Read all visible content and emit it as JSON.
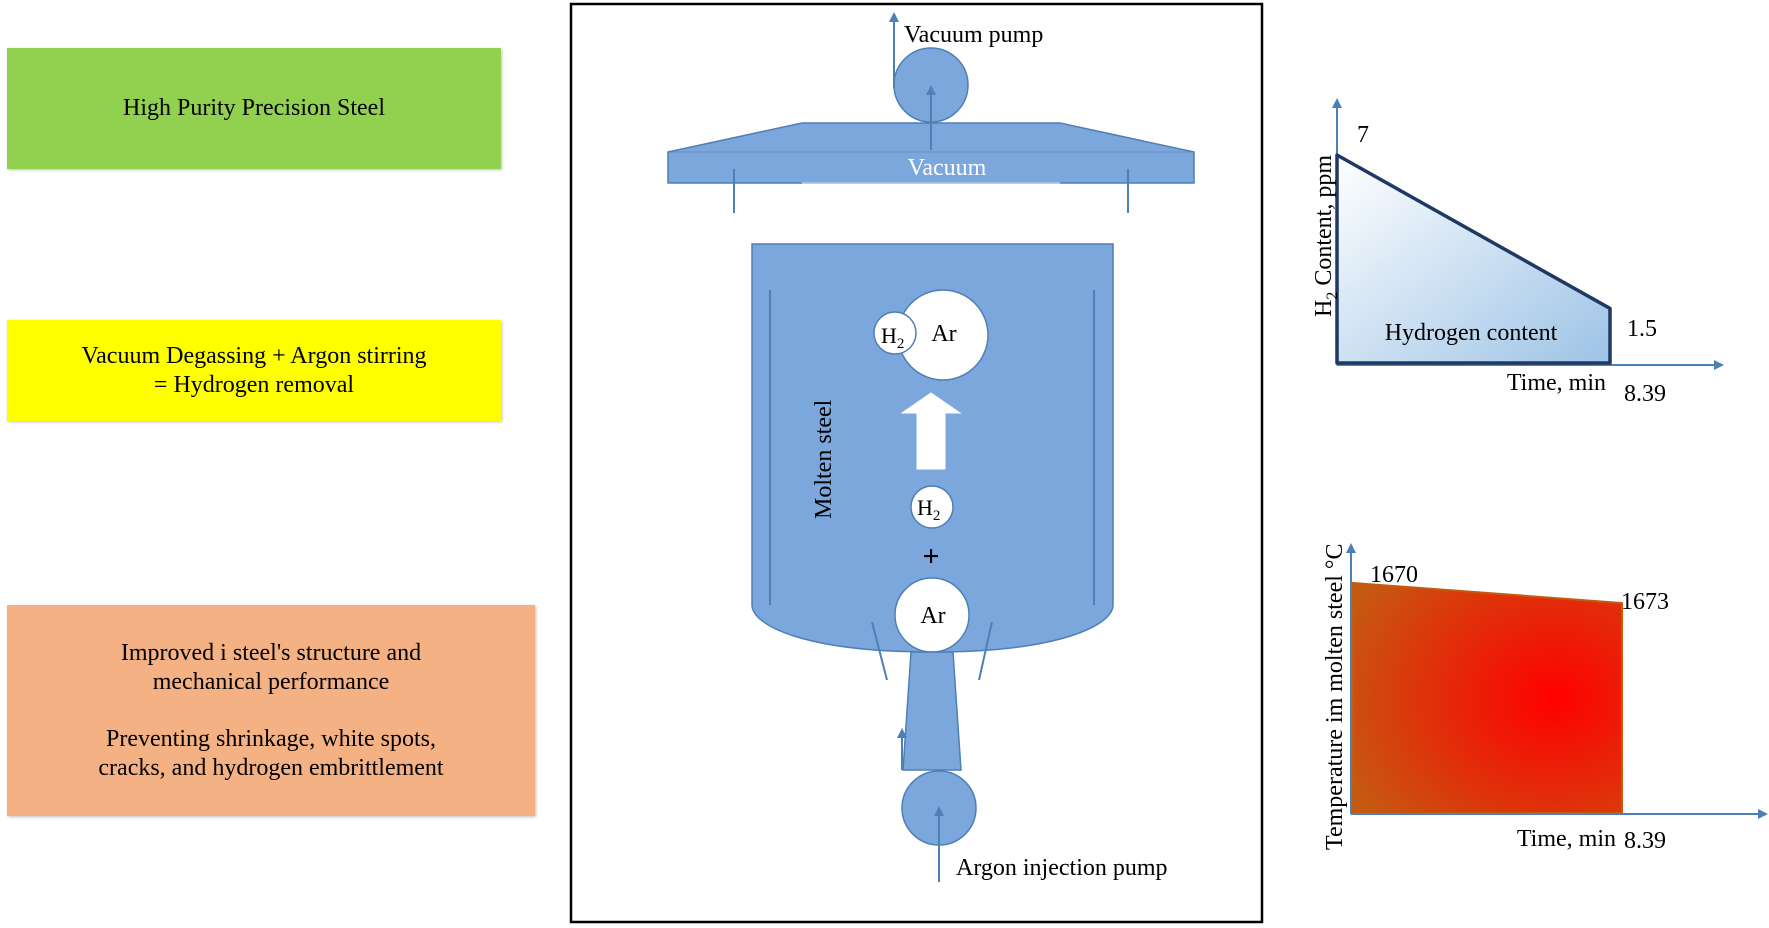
{
  "left_boxes": {
    "top": {
      "text": "High Purity Precision Steel",
      "color": "#92d050"
    },
    "middle": {
      "line1": "Vacuum Degassing + Argon stirring",
      "line2": "= Hydrogen removal",
      "color": "#ffff00"
    },
    "bottom": {
      "line1": "Improved i steel's structure and",
      "line2": "mechanical performance",
      "line3": "Preventing shrinkage, white spots,",
      "line4": "cracks, and hydrogen embrittlement",
      "color": "#f4b183"
    }
  },
  "apparatus": {
    "vacuum_pump_label": "Vacuum pump",
    "vacuum_label": "Vacuum",
    "molten_steel_label": "Molten steel",
    "bubble_h2": "H",
    "bubble_h2_sub": "2",
    "bubble_ar": "Ar",
    "plus": "+",
    "argon_pump_label": "Argon injection pump",
    "vessel_color": "#7ba7dc",
    "vessel_stroke": "#4e7fb5"
  },
  "chart_data": [
    {
      "type": "area",
      "ylabel_pre": "H",
      "ylabel_sub": "2",
      "ylabel_post": " Content, ppm",
      "xlabel": "Time, min",
      "series_label": "Hydrogen content",
      "x": [
        0,
        8.39
      ],
      "y": [
        7,
        1.5
      ],
      "x_label_values": [
        "8.39"
      ],
      "y_label_values": [
        "7",
        "1.5"
      ],
      "fill_color": "#9dc3e6",
      "line_color": "#1f3864"
    },
    {
      "type": "area",
      "ylabel": "Temperature im molten steel °C",
      "xlabel": "Time, min",
      "x": [
        0,
        8.39
      ],
      "y": [
        1670,
        1673
      ],
      "x_label_values": [
        "8.39"
      ],
      "y_label_values": [
        "1670",
        "1673"
      ],
      "fill_color": "#ff0000",
      "edge_color": "#c55a11"
    }
  ]
}
